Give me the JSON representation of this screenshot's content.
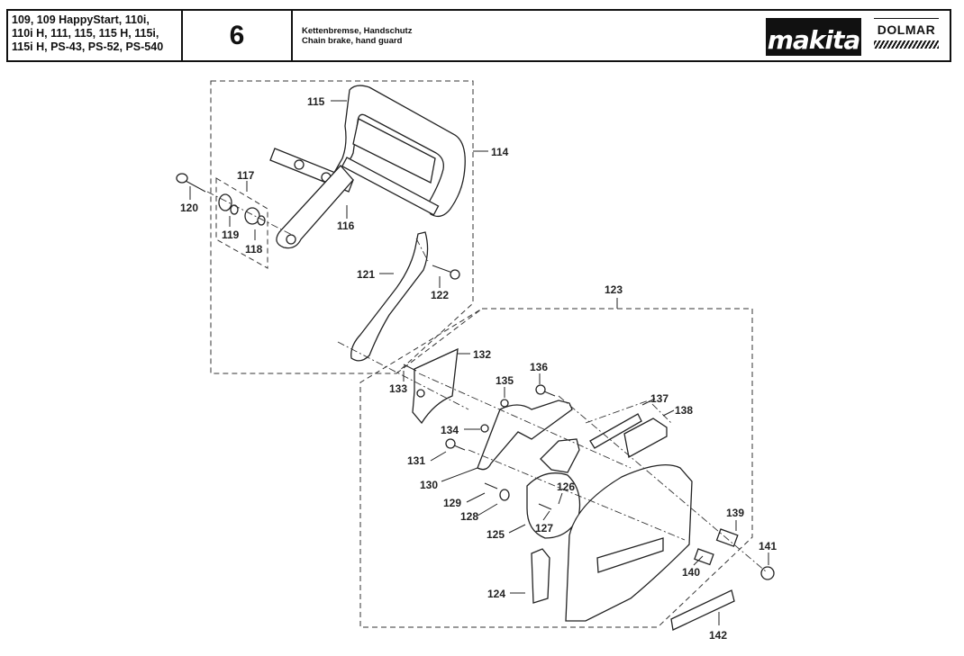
{
  "header": {
    "models": [
      "109, 109 HappyStart, 110i,",
      "110i H, 111, 115, 115 H, 115i,",
      "115i H, PS-43, PS-52, PS-540"
    ],
    "page_number": "6",
    "title_de": "Kettenbremse, Handschutz",
    "title_en": "Chain brake, hand guard",
    "brand_primary": "makita",
    "brand_secondary": "DOLMAR"
  },
  "diagram": {
    "part_labels": {
      "p114": "114",
      "p115": "115",
      "p116": "116",
      "p117": "117",
      "p118": "118",
      "p119": "119",
      "p120": "120",
      "p121": "121",
      "p122": "122",
      "p123": "123",
      "p124": "124",
      "p125": "125",
      "p126": "126",
      "p127": "127",
      "p128": "128",
      "p129": "129",
      "p130": "130",
      "p131": "131",
      "p132": "132",
      "p133": "133",
      "p134": "134",
      "p135": "135",
      "p136": "136",
      "p137": "137",
      "p138": "138",
      "p139": "139",
      "p140": "140",
      "p141": "141",
      "p142": "142"
    }
  }
}
